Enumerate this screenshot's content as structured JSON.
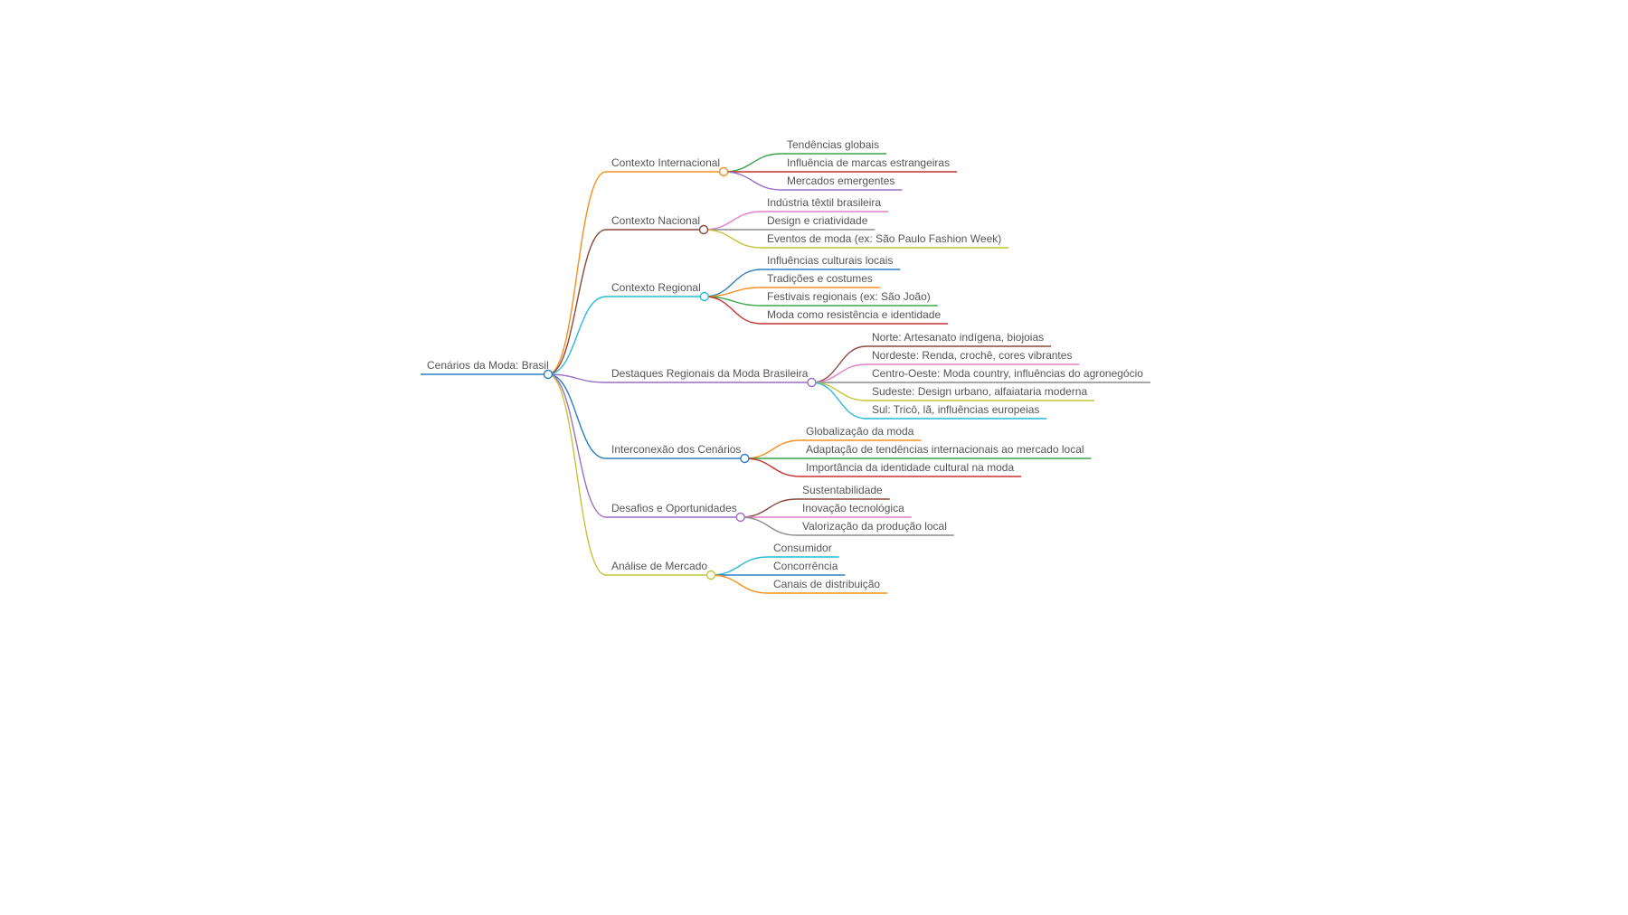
{
  "root": {
    "label": "Cenários da Moda: Brasil",
    "color": "#2e7fc2"
  },
  "branches": [
    {
      "label": "Contexto Internacional",
      "color": "#f5901e",
      "children": [
        {
          "label": "Tendências globais",
          "color": "#3aa54a"
        },
        {
          "label": "Influência de marcas estrangeiras",
          "color": "#c8302e"
        },
        {
          "label": "Mercados emergentes",
          "color": "#9b6fc4"
        }
      ]
    },
    {
      "label": "Contexto Nacional",
      "color": "#8b4a3c",
      "children": [
        {
          "label": "Indústria têxtil brasileira",
          "color": "#e27fc8"
        },
        {
          "label": "Design e criatividade",
          "color": "#8c8c8c"
        },
        {
          "label": "Eventos de moda (ex: São Paulo Fashion Week)",
          "color": "#c4c43a"
        }
      ]
    },
    {
      "label": "Contexto Regional",
      "color": "#29b9d6",
      "children": [
        {
          "label": "Influências culturais locais",
          "color": "#2e7fc2"
        },
        {
          "label": "Tradições e costumes",
          "color": "#f5901e"
        },
        {
          "label": "Festivais regionais (ex: São João)",
          "color": "#3aa54a"
        },
        {
          "label": "Moda como resistência e identidade",
          "color": "#c8302e"
        }
      ]
    },
    {
      "label": "Destaques Regionais da Moda Brasileira",
      "color": "#9b6fc4",
      "children": [
        {
          "label": "Norte: Artesanato indígena, biojoias",
          "color": "#8b4a3c"
        },
        {
          "label": "Nordeste: Renda, crochê, cores vibrantes",
          "color": "#e27fc8"
        },
        {
          "label": "Centro-Oeste: Moda country, influências do agronegócio",
          "color": "#8c8c8c"
        },
        {
          "label": "Sudeste: Design urbano, alfaiataria moderna",
          "color": "#c4c43a"
        },
        {
          "label": "Sul: Tricô, lã, influências europeias",
          "color": "#29b9d6"
        }
      ]
    },
    {
      "label": "Interconexão dos Cenários",
      "color": "#2e7fc2",
      "children": [
        {
          "label": "Globalização da moda",
          "color": "#f5901e"
        },
        {
          "label": "Adaptação de tendências internacionais ao mercado local",
          "color": "#3aa54a"
        },
        {
          "label": "Importância da identidade cultural na moda",
          "color": "#c8302e"
        }
      ]
    },
    {
      "label": "Desafios e Oportunidades",
      "color": "#9b6fc4",
      "children": [
        {
          "label": "Sustentabilidade",
          "color": "#8b4a3c"
        },
        {
          "label": "Inovação tecnológica",
          "color": "#e27fc8"
        },
        {
          "label": "Valorização da produção local",
          "color": "#8c8c8c"
        }
      ]
    },
    {
      "label": "Análise de Mercado",
      "color": "#c4c43a",
      "children": [
        {
          "label": "Consumidor",
          "color": "#29b9d6"
        },
        {
          "label": "Concorrência",
          "color": "#2e7fc2"
        },
        {
          "label": "Canais de distribuição",
          "color": "#f5901e"
        }
      ]
    }
  ]
}
